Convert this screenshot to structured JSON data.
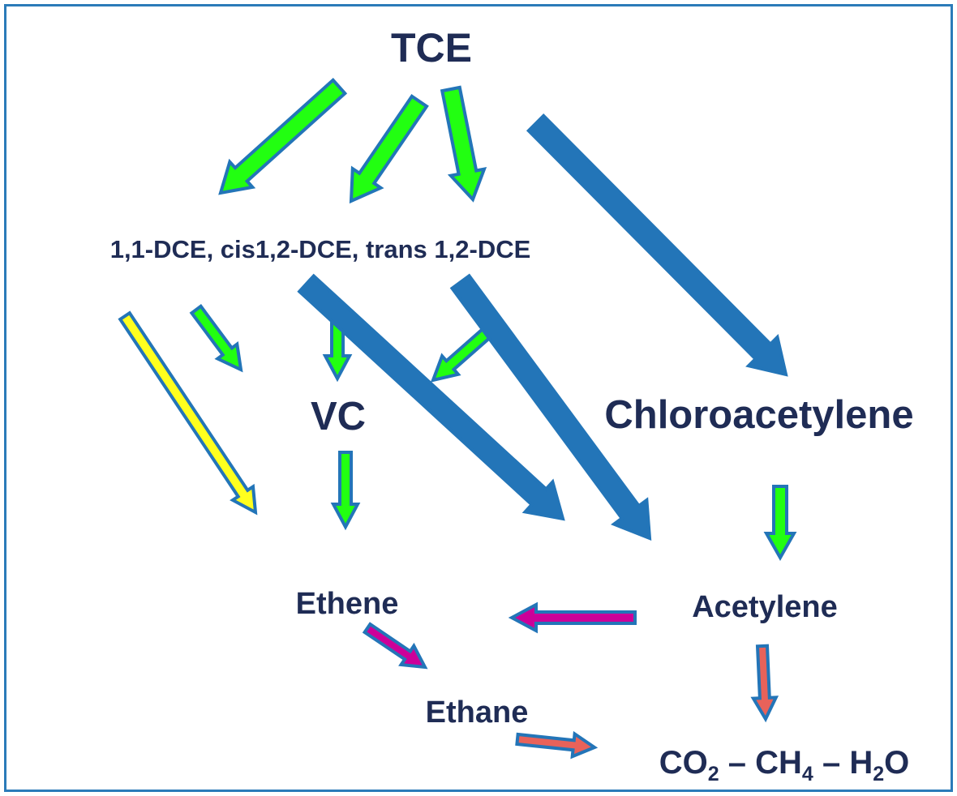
{
  "nodes": {
    "tce": "TCE",
    "dce": "1,1-DCE, cis1,2-DCE, trans 1,2-DCE",
    "vc": "VC",
    "chloroacetylene": "Chloroacetylene",
    "ethene": "Ethene",
    "acetylene": "Acetylene",
    "ethane": "Ethane",
    "products": {
      "co": "CO",
      "co_sub": "2",
      "dash1": " – ",
      "ch": "CH",
      "ch_sub": "4",
      "dash2": " – ",
      "h": "H",
      "h_sub": "2",
      "o": "O"
    }
  },
  "colors": {
    "border": "#2b7bb9",
    "text": "#1f2c55",
    "green": "#22ff11",
    "blue": "#2375b8",
    "yellow": "#ffff1e",
    "magenta": "#cc0099",
    "salmon": "#e8625a"
  }
}
